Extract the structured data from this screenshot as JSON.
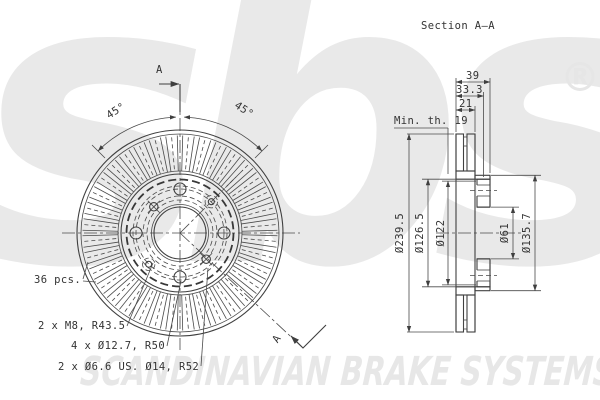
{
  "watermark": {
    "logo_text": "sbs",
    "registered_mark": "®",
    "banner_text": "SCANDINAVIAN BRAKE SYSTEMS"
  },
  "title": {
    "section_title": "Section A–A"
  },
  "front_view": {
    "section_arrow_top_label": "A",
    "section_arrow_bottom_label": "A",
    "angle_left_label": "45°",
    "angle_right_label": "45°",
    "vane_count_note": "36 pcs.",
    "thread_hole_note": "2 x M8, R43.5",
    "bolt_hole_note": "4 x Ø12.7, R50",
    "pin_hole_note": "2 x Ø6.6 US. Ø14, R52",
    "vane_count": 36
  },
  "section_view": {
    "overall_width": "39",
    "hat_depth": "33.3",
    "disc_thickness": "21",
    "min_thickness_note": "Min. th. 19",
    "outer_diameter": "Ø239.5",
    "flange_diameter": "Ø126.5",
    "inner_diameter": "Ø122",
    "bore_diameter": "Ø61",
    "hat_diameter": "Ø135.7"
  },
  "colors": {
    "line": "#3f3f3f",
    "text": "#333333",
    "watermark": "#e9e9e9",
    "background": "#ffffff"
  }
}
